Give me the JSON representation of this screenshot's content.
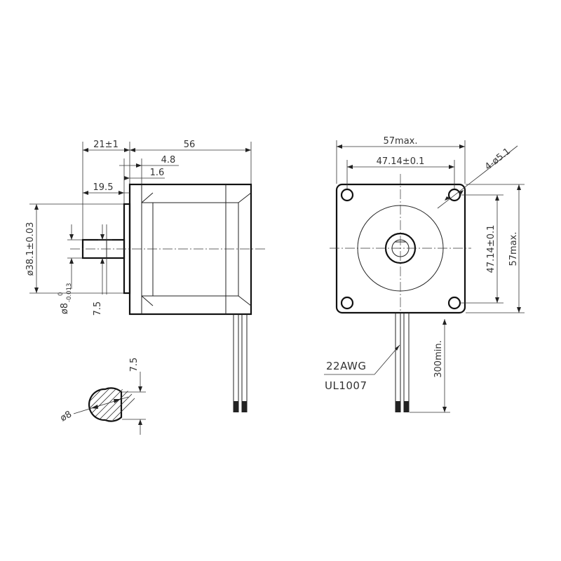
{
  "side_view": {
    "length": "56",
    "flange_projection": "21±1",
    "boss_length": "4.8",
    "flange_thickness": "1.6",
    "shaft_flat_length": "19.5",
    "pilot_diameter": "ø38.1±0.03",
    "shaft_diameter_main": "ø8",
    "shaft_tolerance_upper": "0",
    "shaft_tolerance_lower": "-0.013",
    "flat_depth": "7.5"
  },
  "front_view": {
    "width": "57max.",
    "hole_spacing_h": "47.14±0.1",
    "hole_spacing_v": "47.14±0.1",
    "height": "57max.",
    "hole_callout": "4-ø5.1",
    "lead_length": "300min."
  },
  "shaft_section": {
    "diameter": "ø8",
    "flat": "7.5"
  },
  "wire_spec": {
    "gauge": "22AWG",
    "standard": "UL1007"
  }
}
